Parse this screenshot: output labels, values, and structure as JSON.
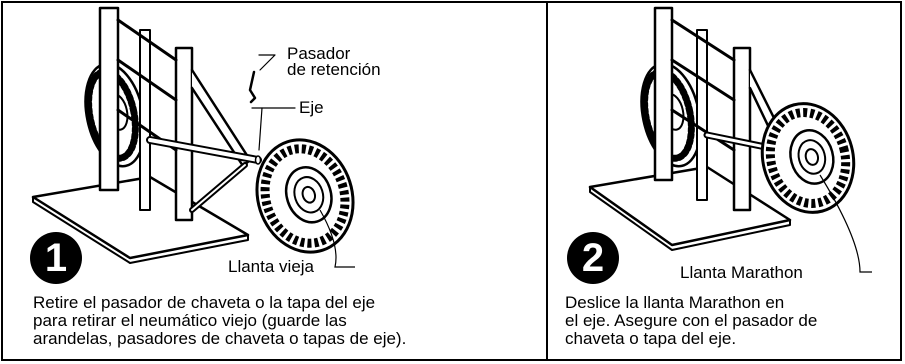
{
  "panels": [
    {
      "step": "1",
      "labels": {
        "retention_pin": [
          "Pasador",
          "de retención"
        ],
        "axle": "Eje",
        "old_tire": "Llanta vieja"
      },
      "caption": [
        "Retire el pasador de chaveta o la tapa del eje",
        "para retirar el neumático viejo (guarde las",
        "arandelas, pasadores de chaveta o tapas de eje)."
      ]
    },
    {
      "step": "2",
      "labels": {
        "tire": "Llanta Marathon"
      },
      "caption": [
        "Deslice la llanta Marathon en",
        "el eje. Asegure con el pasador de",
        "chaveta o tapa del eje."
      ]
    }
  ]
}
